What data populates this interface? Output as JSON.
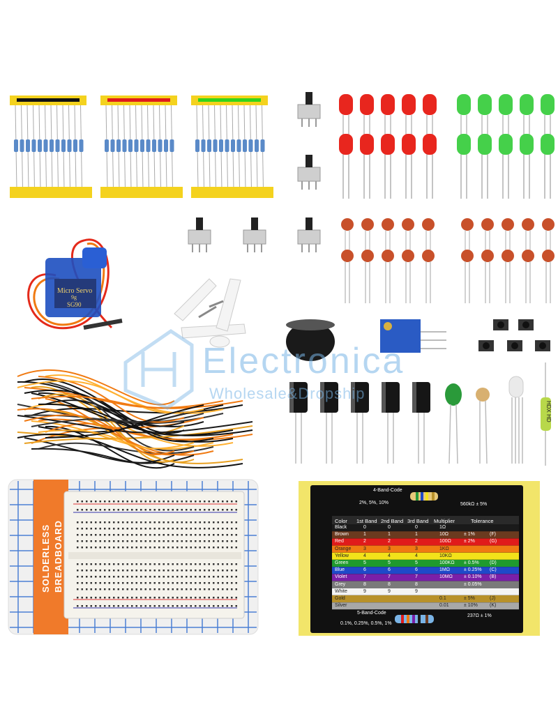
{
  "watermark": {
    "title": "Electronica",
    "subtitle": "Wholesale&Dropship"
  },
  "servo": {
    "line1": "Micro Servo",
    "line2": "9g",
    "model": "SG90"
  },
  "breadboard": {
    "label_line1": "SOLDERLESS",
    "label_line2": "BREADBOARD"
  },
  "crystal_mark": "HDX HD",
  "color_code_card": {
    "four_band_label": "4-Band-Code",
    "four_band_tol": "2%, 5%, 10%",
    "four_band_example": "560kΩ ± 5%",
    "headers": [
      "Color",
      "1st Band",
      "2nd Band",
      "3rd Band",
      "Multiplier",
      "Tolerance"
    ],
    "rows": [
      {
        "color": "Black",
        "b1": "0",
        "b2": "0",
        "b3": "0",
        "mult": "1Ω",
        "tol": "",
        "code": "",
        "bg": "#1a1a1a"
      },
      {
        "color": "Brown",
        "b1": "1",
        "b2": "1",
        "b3": "1",
        "mult": "10Ω",
        "tol": "± 1%",
        "code": "(F)",
        "bg": "#6b3a1f"
      },
      {
        "color": "Red",
        "b1": "2",
        "b2": "2",
        "b3": "2",
        "mult": "100Ω",
        "tol": "± 2%",
        "code": "(G)",
        "bg": "#e01b1b"
      },
      {
        "color": "Orange",
        "b1": "3",
        "b2": "3",
        "b3": "3",
        "mult": "1KΩ",
        "tol": "",
        "code": "",
        "bg": "#f07a12"
      },
      {
        "color": "Yellow",
        "b1": "4",
        "b2": "4",
        "b3": "4",
        "mult": "10KΩ",
        "tol": "",
        "code": "",
        "bg": "#f2e21a"
      },
      {
        "color": "Green",
        "b1": "5",
        "b2": "5",
        "b3": "5",
        "mult": "100KΩ",
        "tol": "± 0.5%",
        "code": "(D)",
        "bg": "#1f9a2e"
      },
      {
        "color": "Blue",
        "b1": "6",
        "b2": "6",
        "b3": "6",
        "mult": "1MΩ",
        "tol": "± 0.25%",
        "code": "(C)",
        "bg": "#1f49c9"
      },
      {
        "color": "Violet",
        "b1": "7",
        "b2": "7",
        "b3": "7",
        "mult": "10MΩ",
        "tol": "± 0.10%",
        "code": "(B)",
        "bg": "#7a1fa8"
      },
      {
        "color": "Grey",
        "b1": "8",
        "b2": "8",
        "b3": "8",
        "mult": "",
        "tol": "± 0.05%",
        "code": "",
        "bg": "#7a7a7a"
      },
      {
        "color": "White",
        "b1": "9",
        "b2": "9",
        "b3": "9",
        "mult": "",
        "tol": "",
        "code": "",
        "bg": "#f4f4f4"
      },
      {
        "color": "Gold",
        "b1": "",
        "b2": "",
        "b3": "",
        "mult": "0.1",
        "tol": "± 5%",
        "code": "(J)",
        "bg": "#b8912a"
      },
      {
        "color": "Silver",
        "b1": "",
        "b2": "",
        "b3": "",
        "mult": "0.01",
        "tol": "± 10%",
        "code": "(K)",
        "bg": "#a8a8a8"
      }
    ],
    "five_band_label": "5-Band-Code",
    "five_band_tol": "0.1%, 0.25%, 0.5%, 1%",
    "five_band_example": "237Ω ± 1%"
  },
  "colors": {
    "tape": "#f4d21e",
    "led_red": "#e8261e",
    "led_green": "#45d04a",
    "ceramic": "#c8502a",
    "servo_blue": "#1d4fc0",
    "watermark": "#7ab4e6",
    "breadboard_card": "#f0f0f0",
    "breadboard_grid": "#4a7fd4",
    "breadboard_label": "#f07a2a"
  }
}
